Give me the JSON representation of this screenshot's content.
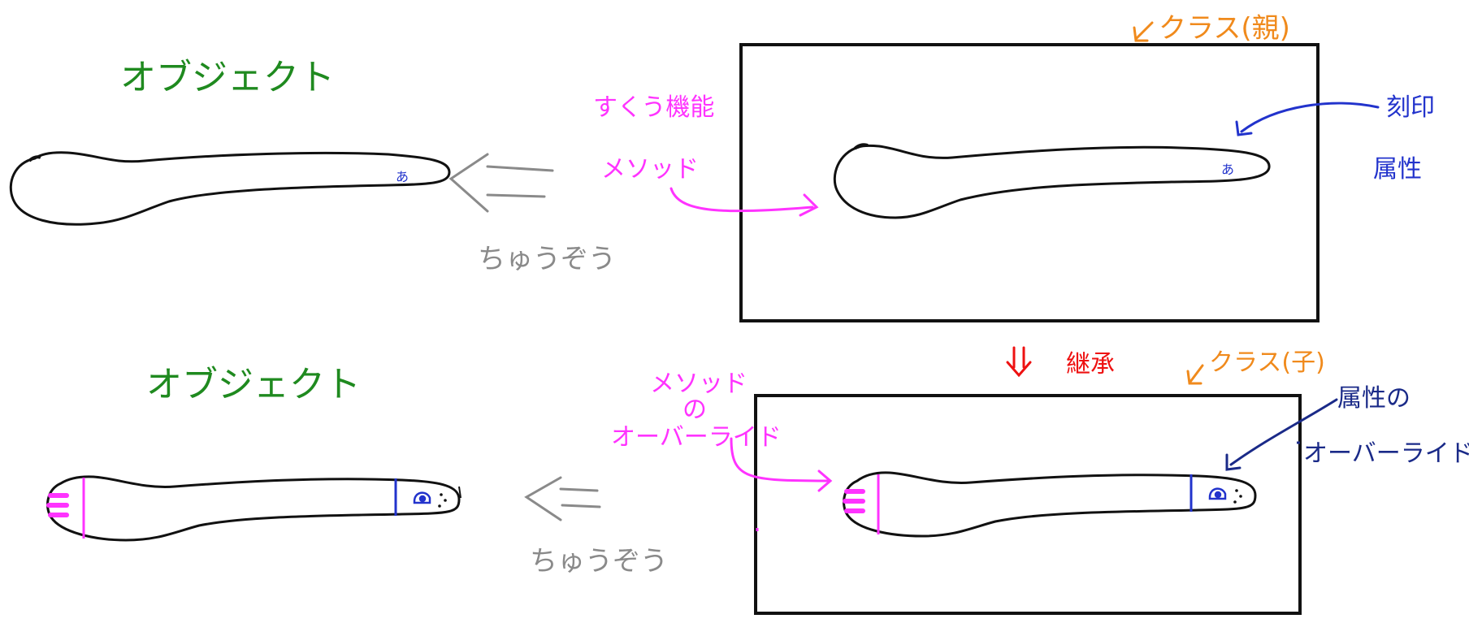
{
  "colors": {
    "ink": "#111111",
    "object_label": "#1f8a1f",
    "class_label": "#f08a1c",
    "method_label": "#ff33ff",
    "attribute_label": "#2233cc",
    "inherit_label": "#ee1111",
    "create_label": "#8a8a8a",
    "override_attr_label": "#1a2a88"
  },
  "labels": {
    "object_top": "オブジェクト",
    "object_bottom": "オブジェクト",
    "create_top": "ちゅうぞう",
    "create_bottom": "ちゅうぞう",
    "class_parent": "クラス(親)",
    "class_child": "クラス(子)",
    "scoop_function": "すくう機能",
    "method": "メソッド",
    "engraving": "刻印",
    "attribute": "属性",
    "inheritance": "継承",
    "method_override_line1": "メソッド",
    "method_override_line2": "の",
    "method_override_line3": "オーバーライド",
    "attribute_override_line1": "属性の",
    "attribute_override_line2": "オーバーライド",
    "spoon_mark": "あ"
  }
}
